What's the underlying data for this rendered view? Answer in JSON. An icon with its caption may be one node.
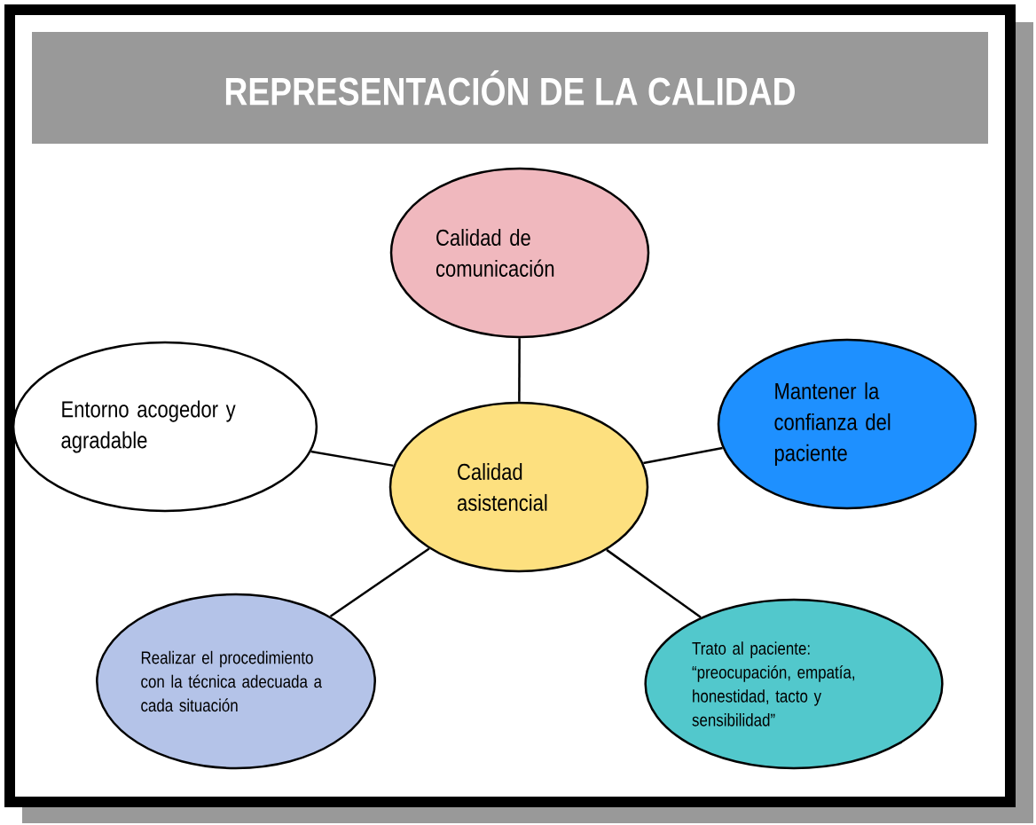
{
  "diagram": {
    "title": "REPRESENTACIÓN DE LA CALIDAD",
    "nodes": [
      {
        "text": [
          "Calidad de comunicación"
        ]
      },
      {
        "text": [
          "Entorno acogedor y agradable"
        ]
      },
      {
        "text": [
          "Calidad asistencial"
        ]
      },
      {
        "text": [
          "Mantener la confianza del paciente"
        ]
      },
      {
        "text": [
          "Realizar el procedimiento con la técnica adecuada a cada situación"
        ]
      },
      {
        "text": [
          "Trato al paciente: “preocupación, empatía, honestidad, tacto y sensibilidad”"
        ]
      }
    ],
    "edges": [
      {
        "from": 2,
        "to": 0,
        "arrow": "none"
      },
      {
        "from": 2,
        "to": 1,
        "arrow": "none"
      },
      {
        "from": 2,
        "to": 3,
        "arrow": "none"
      },
      {
        "from": 2,
        "to": 4,
        "arrow": "none"
      },
      {
        "from": 2,
        "to": 5,
        "arrow": "none"
      }
    ]
  }
}
